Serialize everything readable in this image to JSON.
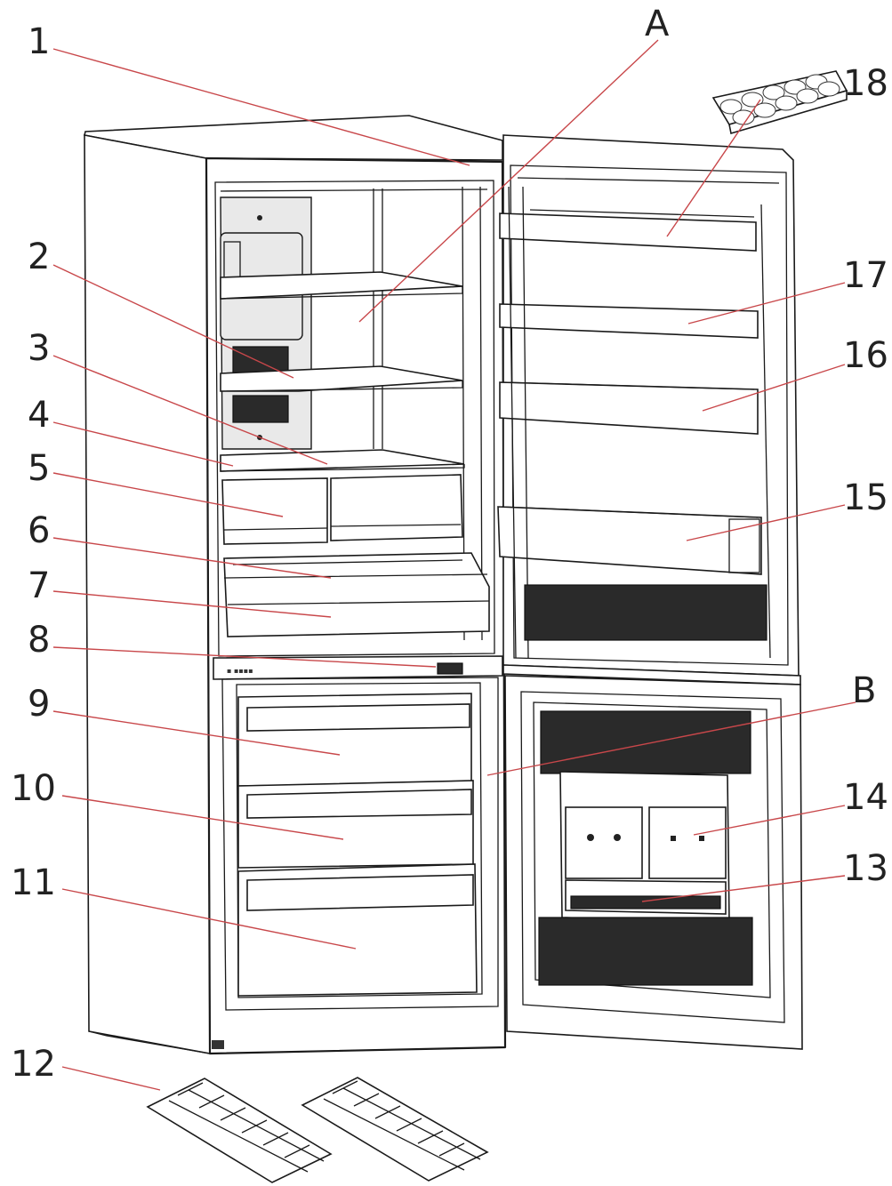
{
  "figure": {
    "subject": "fridge-freezer exploded component diagram",
    "callouts": [
      {
        "id": "1",
        "label": "1"
      },
      {
        "id": "2",
        "label": "2"
      },
      {
        "id": "3",
        "label": "3"
      },
      {
        "id": "4",
        "label": "4"
      },
      {
        "id": "5",
        "label": "5"
      },
      {
        "id": "6",
        "label": "6"
      },
      {
        "id": "7",
        "label": "7"
      },
      {
        "id": "8",
        "label": "8"
      },
      {
        "id": "9",
        "label": "9"
      },
      {
        "id": "10",
        "label": "10"
      },
      {
        "id": "11",
        "label": "11"
      },
      {
        "id": "12",
        "label": "12"
      },
      {
        "id": "13",
        "label": "13"
      },
      {
        "id": "14",
        "label": "14"
      },
      {
        "id": "15",
        "label": "15"
      },
      {
        "id": "16",
        "label": "16"
      },
      {
        "id": "17",
        "label": "17"
      },
      {
        "id": "18",
        "label": "18"
      },
      {
        "id": "A",
        "label": "A"
      },
      {
        "id": "B",
        "label": "B"
      }
    ],
    "colors": {
      "leader": "#c8474a",
      "outline": "#1a1a1a",
      "label": "#222222",
      "vent": "#2a2a2a"
    }
  }
}
